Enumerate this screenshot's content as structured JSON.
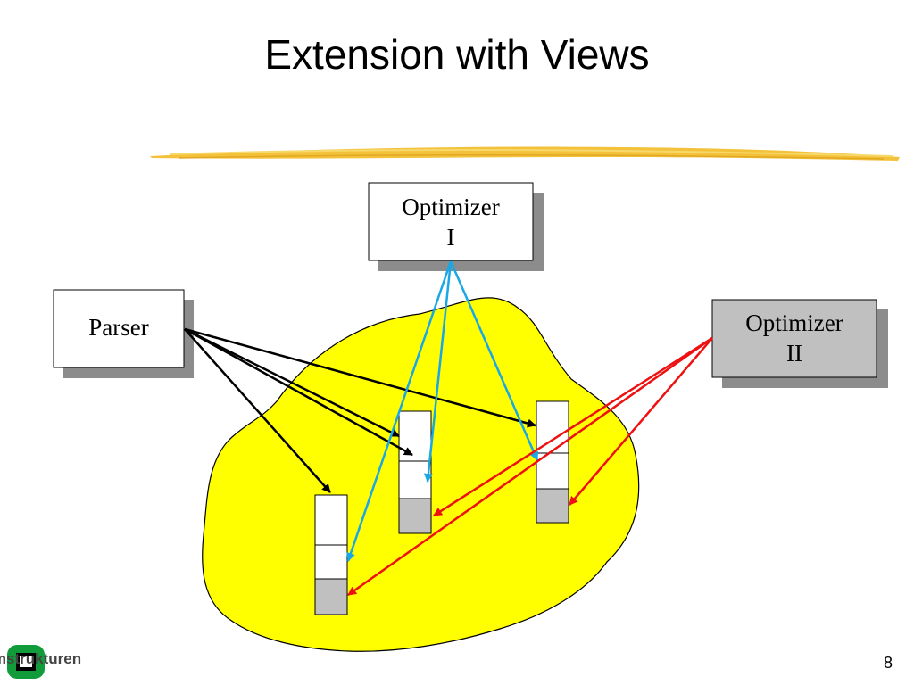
{
  "slide": {
    "title": "Extension with Views",
    "page_number": "8"
  },
  "diagram": {
    "boxes": {
      "parser": {
        "label": "Parser"
      },
      "optimizer_1": {
        "line1": "Optimizer",
        "line2": "I"
      },
      "optimizer_2": {
        "line1": "Optimizer",
        "line2": "II"
      }
    },
    "colors": {
      "blob_fill": "#ffff00",
      "parser_arrows": "#000000",
      "optimizer_1_arrows": "#1aa7e6",
      "optimizer_2_arrows": "#ee1111",
      "box_shadow": "#8c8c8c",
      "optimizer_2_fill": "#c0c0c0",
      "view_cell_shaded": "#c0c0c0",
      "brush_stroke": "#f3c23a"
    }
  },
  "footer": {
    "logo_text": "Programmstrukturen",
    "logo_icon": "green-rounded-square-icon"
  }
}
